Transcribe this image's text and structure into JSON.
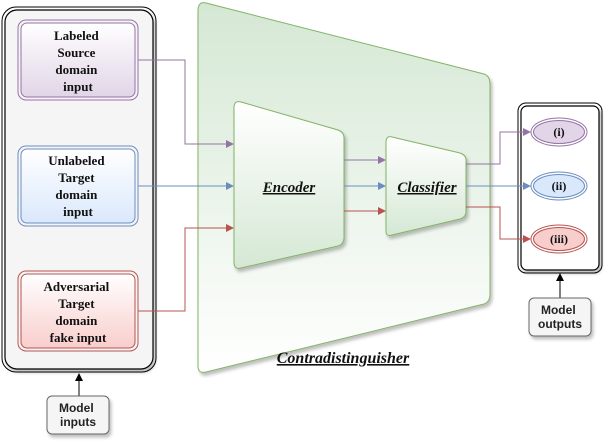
{
  "inputs": [
    {
      "lines": [
        "Labeled",
        "Source",
        "domain",
        "input"
      ],
      "color": "#9673a6",
      "fill_top": "#ffffff",
      "fill_bottom": "#e1d5e7"
    },
    {
      "lines": [
        "Unlabeled",
        "Target",
        "domain",
        "input"
      ],
      "color": "#6c8ebf",
      "fill_top": "#ffffff",
      "fill_bottom": "#dae8fc"
    },
    {
      "lines": [
        "Adversarial",
        "Target",
        "domain",
        "fake input"
      ],
      "color": "#b85450",
      "fill_top": "#ffffff",
      "fill_bottom": "#f8cecc"
    }
  ],
  "model": {
    "name": "Contradistinguisher",
    "encoder": "Encoder",
    "classifier": "Classifier",
    "fill_top": "#d5e8d4",
    "fill_bottom": "#ffffff",
    "stroke": "#82b366"
  },
  "outputs": [
    {
      "label": "(i)",
      "color": "#9673a6",
      "fill": "#e1d5e7"
    },
    {
      "label": "(ii)",
      "color": "#6c8ebf",
      "fill": "#dae8fc"
    },
    {
      "label": "(iii)",
      "color": "#b85450",
      "fill": "#f8cecc"
    }
  ],
  "notes": {
    "inputs": [
      "Model",
      "inputs"
    ],
    "outputs": [
      "Model",
      "outputs"
    ]
  },
  "container_fill": "#f5f5f5",
  "note_fill": "#f5f5f5",
  "note_stroke": "#666666"
}
